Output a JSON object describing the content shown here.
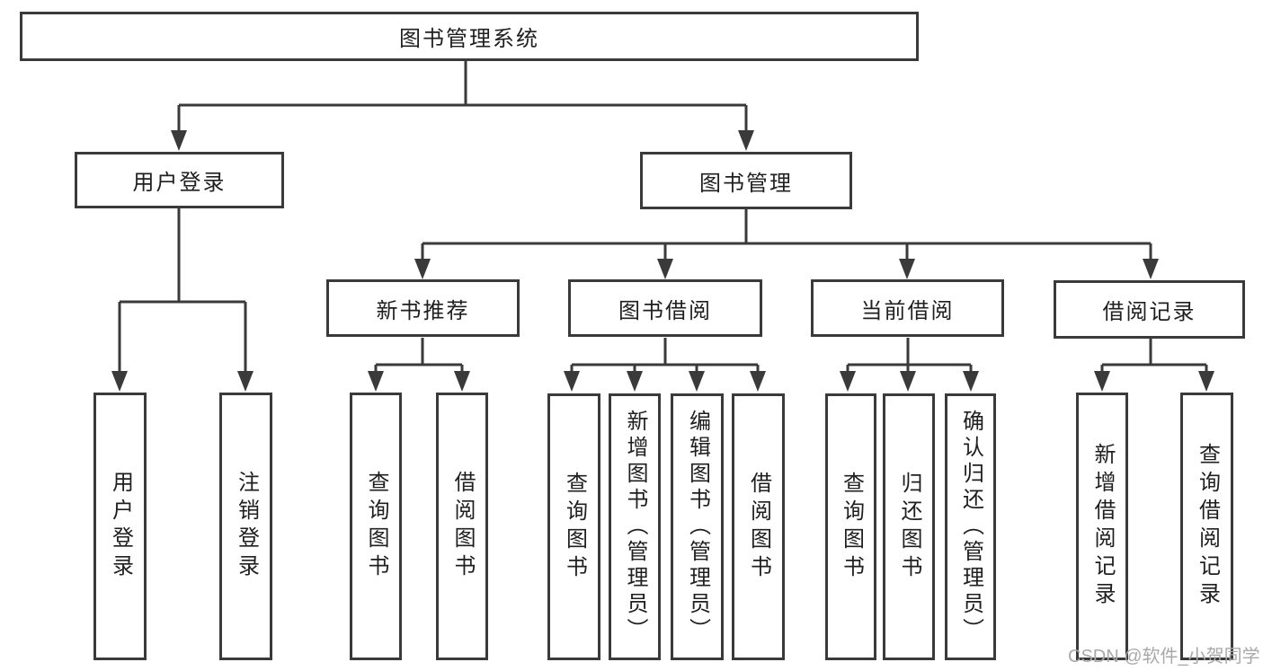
{
  "tree": {
    "root": {
      "label": "图书管理系统"
    },
    "children": [
      {
        "label": "用户登录",
        "children": [
          {
            "label": "用户登录"
          },
          {
            "label": "注销登录"
          }
        ]
      },
      {
        "label": "图书管理",
        "children": [
          {
            "label": "新书推荐",
            "children": [
              {
                "label": "查询图书"
              },
              {
                "label": "借阅图书"
              }
            ]
          },
          {
            "label": "图书借阅",
            "children": [
              {
                "label": "查询图书"
              },
              {
                "label": "新增图书（管理员）"
              },
              {
                "label": "编辑图书（管理员）"
              },
              {
                "label": "借阅图书"
              }
            ]
          },
          {
            "label": "当前借阅",
            "children": [
              {
                "label": "查询图书"
              },
              {
                "label": "归还图书"
              },
              {
                "label": "确认归还（管理员）"
              }
            ]
          },
          {
            "label": "借阅记录",
            "children": [
              {
                "label": "新增借阅记录"
              },
              {
                "label": "查询借阅记录"
              }
            ]
          }
        ]
      }
    ]
  },
  "watermark": {
    "text": "CSDN @软件_小贺同学"
  },
  "colors": {
    "line": "#3a3a3a",
    "text": "#1f1f1f",
    "watermark": "#a9a9a9",
    "background": "#ffffff"
  }
}
